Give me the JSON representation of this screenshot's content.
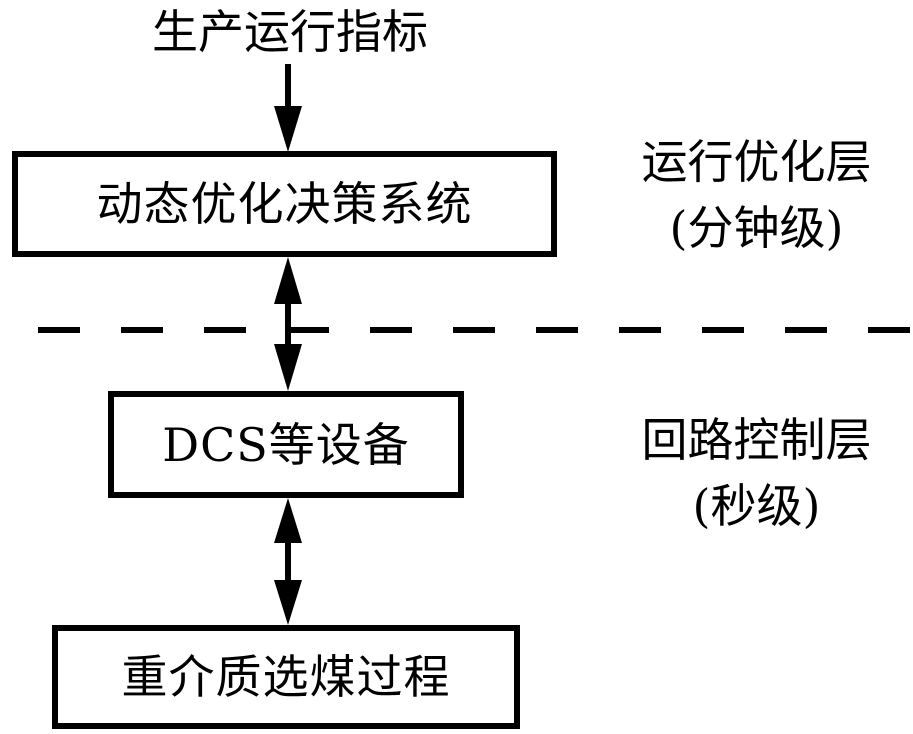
{
  "diagram": {
    "input": {
      "label": "生产运行指标"
    },
    "boxes": [
      {
        "id": "dynamic-optimization",
        "label": "动态优化决策系统"
      },
      {
        "id": "dcs-equipment",
        "label": "DCS等设备"
      },
      {
        "id": "dense-medium-process",
        "label": "重介质选煤过程"
      }
    ],
    "layers": [
      {
        "name": "运行优化层",
        "timescale": "(分钟级)"
      },
      {
        "name": "回路控制层",
        "timescale": "(秒级)"
      }
    ],
    "connections": [
      {
        "from": "input",
        "to": "dynamic-optimization",
        "direction": "one-way"
      },
      {
        "from": "dynamic-optimization",
        "to": "dcs-equipment",
        "direction": "two-way"
      },
      {
        "from": "dcs-equipment",
        "to": "dense-medium-process",
        "direction": "two-way"
      }
    ],
    "separator": {
      "style": "dashed",
      "meaning": "layer boundary"
    },
    "colors": {
      "stroke": "#000000",
      "background": "#ffffff"
    }
  }
}
